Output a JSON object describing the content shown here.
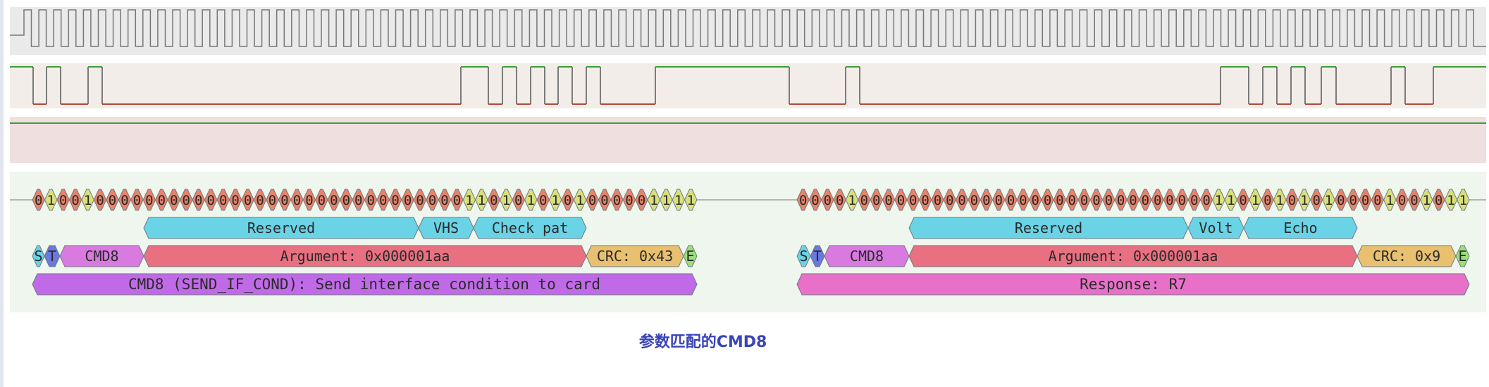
{
  "caption": "参数匹配的CMD8",
  "colors": {
    "clock_bg": "#eaeaea",
    "cmd_bg": "#f3ede9",
    "dat_bg": "#efdfdf",
    "decode_bg": "#eef6ee",
    "trace_low": "#b04a3a",
    "trace_high": "#3aa03a",
    "clock_line": "#777777",
    "bit_zero": "#e8836a",
    "bit_one": "#d9e07a",
    "field_blue": "#6ad3e6",
    "field_red": "#e87080",
    "field_purple": "#d87ae0",
    "field_gold": "#e8c070",
    "field_green": "#9ae07a",
    "field_cyan": "#6ad3e6",
    "field_navy": "#6a78e0",
    "summary_cmd": "#c06ae8",
    "summary_resp": "#e870c8"
  },
  "command": {
    "bits": "010010000000000000000000000000000001101010101000001111",
    "fields": [
      {
        "label": "Reserved"
      },
      {
        "label": "VHS"
      },
      {
        "label": "Check pat"
      }
    ],
    "frame": [
      {
        "label": "S"
      },
      {
        "label": "T"
      },
      {
        "label": "CMD8"
      },
      {
        "label": "Argument: 0x000001aa"
      },
      {
        "label": "CRC: 0x43"
      },
      {
        "label": "E"
      }
    ],
    "summary": "CMD8 (SEND_IF_COND): Send interface condition to card"
  },
  "response": {
    "bits": "0000100000000000000000000000000000110101010100001001011",
    "fields": [
      {
        "label": "Reserved"
      },
      {
        "label": "Volt"
      },
      {
        "label": "Echo"
      }
    ],
    "frame": [
      {
        "label": "S"
      },
      {
        "label": "T"
      },
      {
        "label": "CMD8"
      },
      {
        "label": "Argument: 0x000001aa"
      },
      {
        "label": "CRC: 0x9"
      },
      {
        "label": "E"
      }
    ],
    "summary": "Response: R7"
  }
}
